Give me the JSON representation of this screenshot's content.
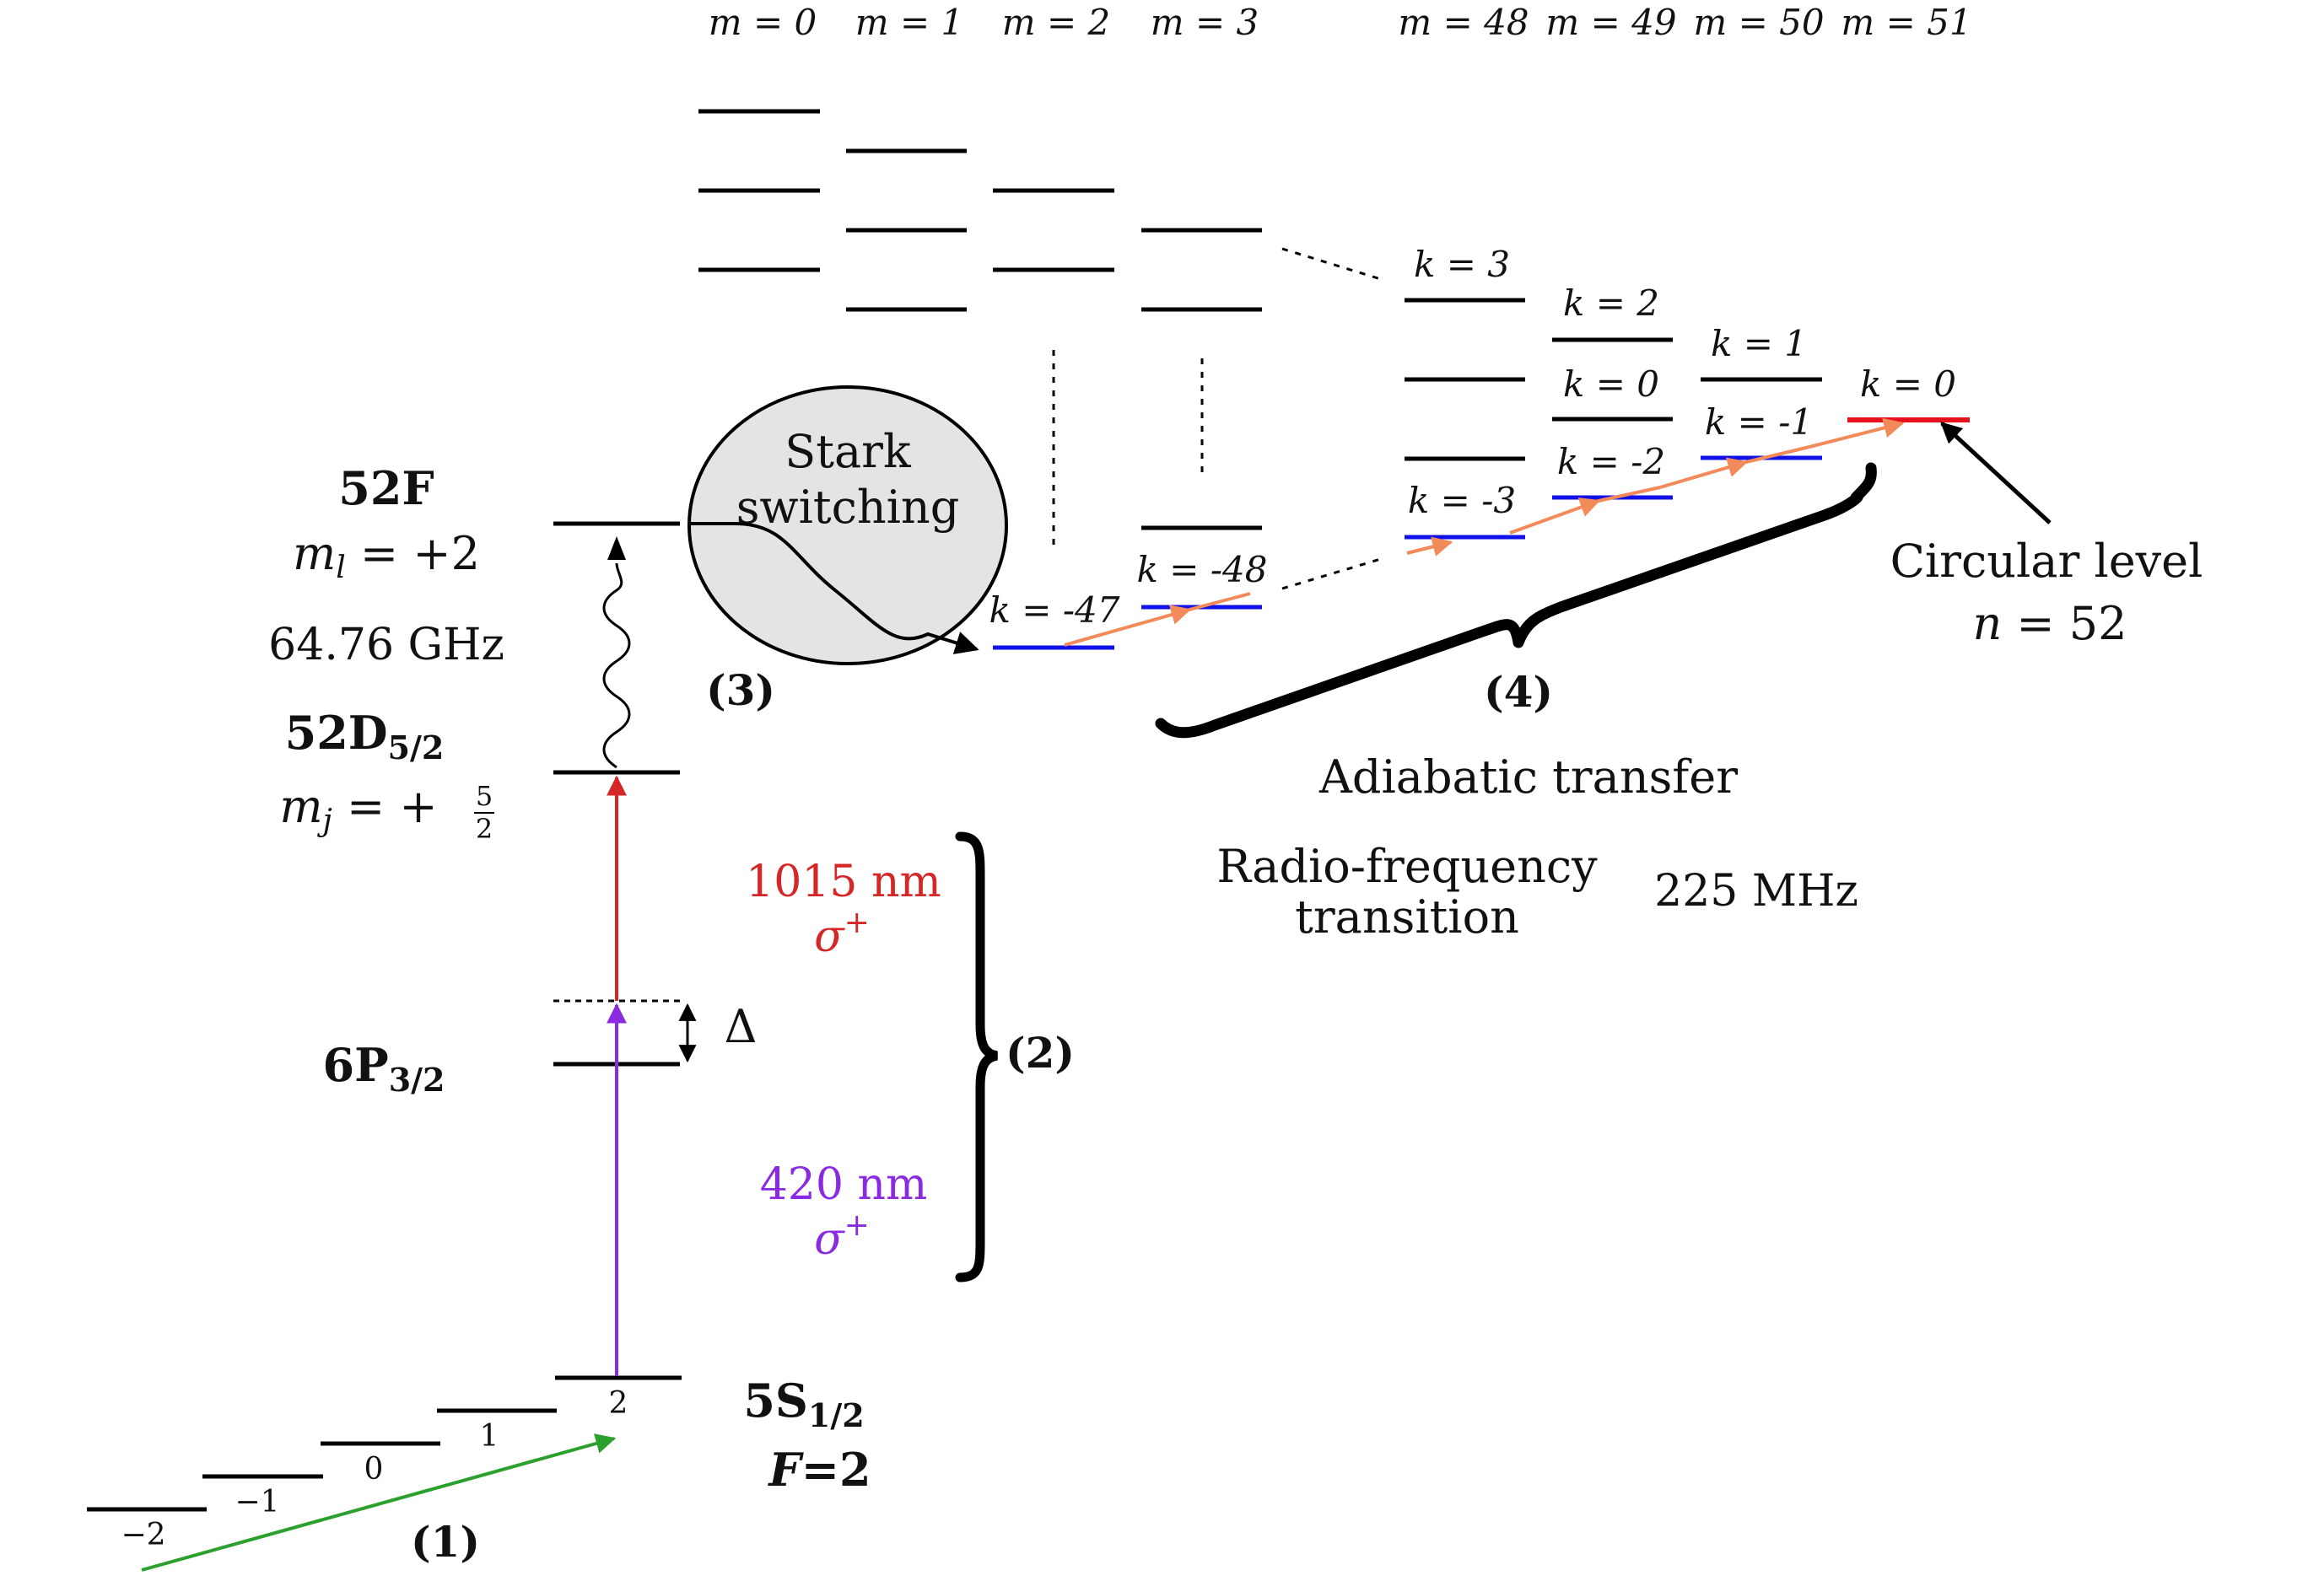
{
  "colors": {
    "black": "#000000",
    "blue": "#1010e8",
    "red": "#e8101a",
    "orange": "#f28a5a",
    "violet": "#8a2be2",
    "laser_red": "#d62728",
    "green": "#2ca02c",
    "bubble_fill": "#e4e4e4"
  },
  "labels": {
    "state_52F": "52F",
    "ml_eq": "m",
    "ml_sub": "l",
    "ml_val": " = +2",
    "mw_freq": "64.76 GHz",
    "state_52D": "52D",
    "state_52D_sub": "5/2",
    "mj_eq": "m",
    "mj_sub": "j",
    "mj_val": " = +",
    "mj_num": "5",
    "mj_den": "2",
    "state_6P": "6P",
    "state_6P_sub": "3/2",
    "state_5S": "5S",
    "state_5S_sub": "1/2",
    "state_F": "F",
    "state_F_val": "=2",
    "laser1_wl": "1015 nm",
    "laser1_pol": "σ",
    "laser1_pol_sup": "+",
    "laser2_wl": "420 nm",
    "laser2_pol": "σ",
    "laser2_pol_sup": "+",
    "detuning": "Δ",
    "step1": "(1)",
    "step2": "(2)",
    "step3": "(3)",
    "step4": "(4)",
    "stark_line1": "Stark",
    "stark_line2": "switching",
    "adiabatic": "Adiabatic transfer",
    "rf_line1": "Radio-frequency",
    "rf_line2": "transition",
    "rf_freq": "225 MHz",
    "circular_line1": "Circular level",
    "circular_n": "n",
    "circular_val": " = 52"
  },
  "hyperfine_sublevels": [
    "−2",
    "−1",
    "0",
    "1",
    "2"
  ],
  "m_labels_left": [
    "m = 0",
    "m = 1",
    "m = 2",
    "m = 3"
  ],
  "m_labels_right": [
    "m = 48",
    "m = 49",
    "m = 50",
    "m = 51"
  ],
  "k_labels": {
    "k47": "k = -47",
    "k48": "k = -48",
    "k3": "k = 3",
    "k_minus3": "k = -3",
    "k2": "k = 2",
    "k0a": "k = 0",
    "k_minus2": "k = -2",
    "k1": "k = 1",
    "k_minus1": "k = -1",
    "k0_circ": "k = 0"
  }
}
